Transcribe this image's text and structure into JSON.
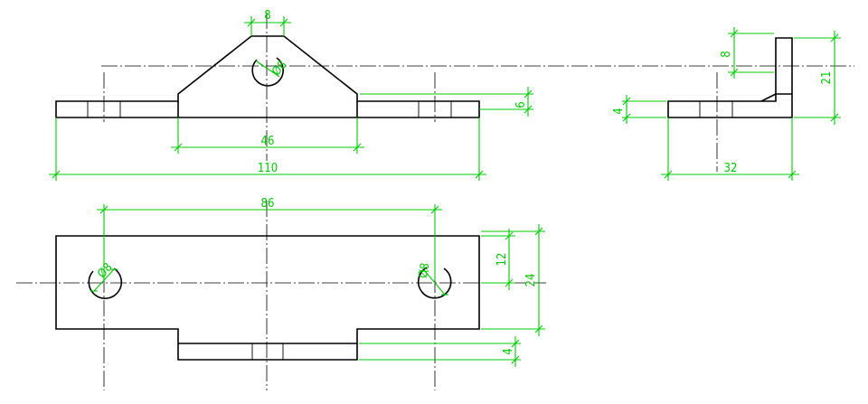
{
  "colors": {
    "outline": "#000000",
    "dimension": "#00c800"
  },
  "dimensions": {
    "slot_width": "8",
    "hole_front": "Ø8",
    "plate_thickness": "6",
    "boss_width": "46",
    "overall_length": "110",
    "side_height_top": "8",
    "side_height": "21",
    "side_thickness": "4",
    "side_depth": "32",
    "hole_spacing": "86",
    "hole_left": "Ø8",
    "hole_right": "Ø8",
    "hole_offset": "12",
    "plan_width": "24",
    "tab_depth": "4"
  }
}
